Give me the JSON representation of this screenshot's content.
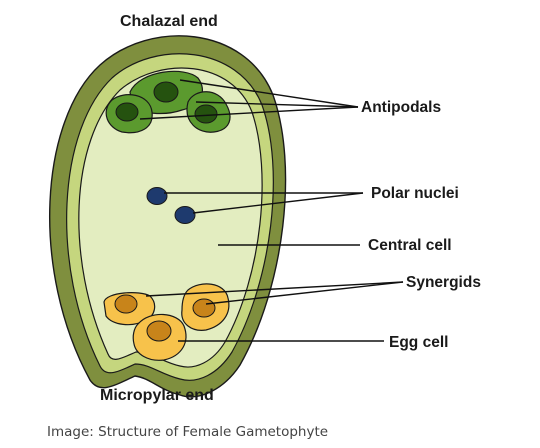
{
  "labels": {
    "chalazal_end": "Chalazal end",
    "micropylar_end": "Micropylar end",
    "antipodals": "Antipodals",
    "polar_nuclei": "Polar nuclei",
    "central_cell": "Central cell",
    "synergids": "Synergids",
    "egg_cell": "Egg cell"
  },
  "caption": "Image: Structure of Female Gametophyte",
  "colors": {
    "outer_integument": "#7f8f3e",
    "inner_layer": "#c5d67e",
    "central_cell": "#e3edc0",
    "antipodal_cell": "#5b9a2e",
    "antipodal_nucleus": "#25520f",
    "polar_nucleus": "#1e3a6e",
    "synergid_cell": "#f7c24b",
    "synergid_nucleus": "#c8841a",
    "outline": "#1a1a1a"
  }
}
